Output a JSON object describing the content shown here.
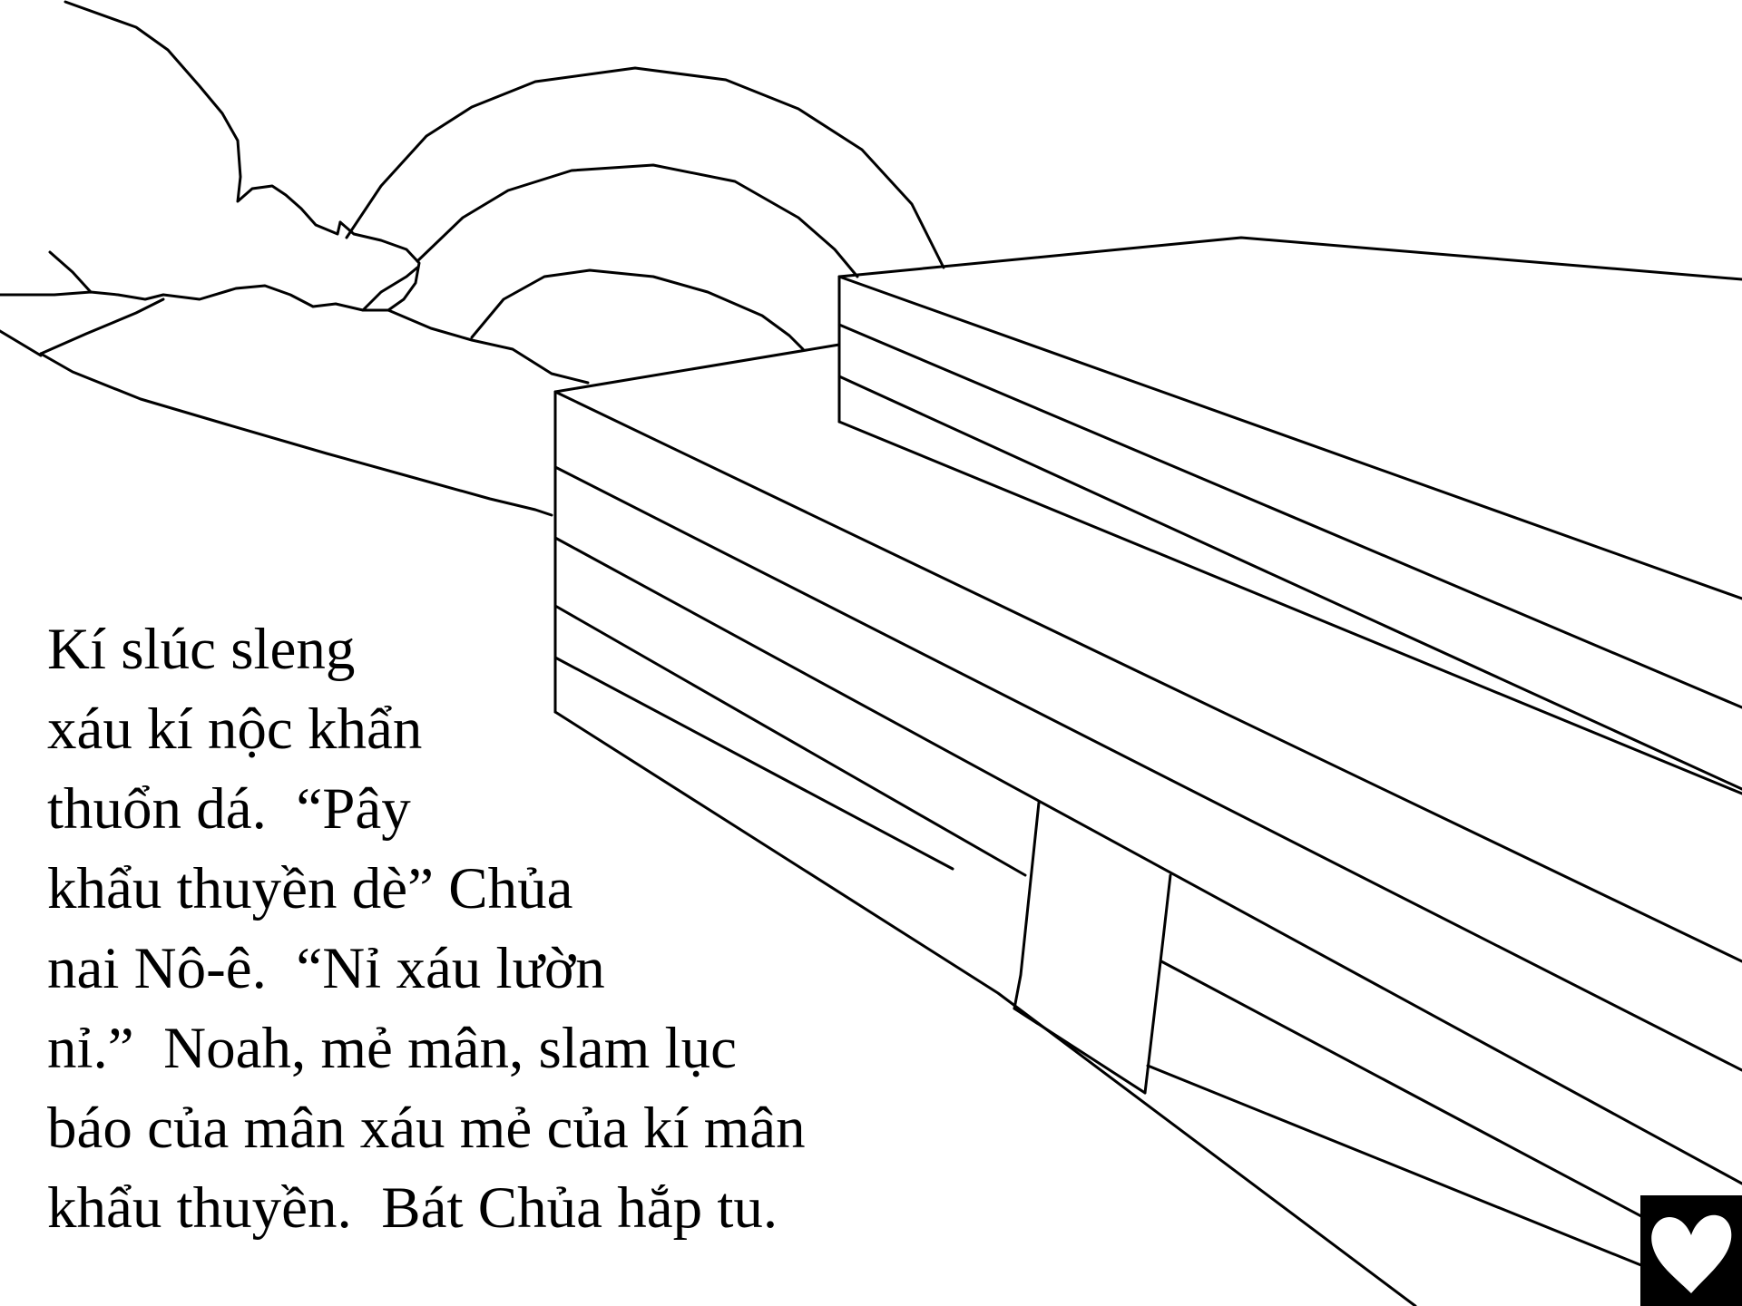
{
  "story": {
    "lines": [
      "Kí slúc sleng",
      "xáu kí nộc khẩn",
      "thuổn dá.  “Pây",
      "khẩu thuyền dè” Chủa",
      "nai Nô-ê.  “Nỉ xáu lườn",
      "nỉ.”  Noah, mẻ mân, slam lục",
      "báo của mân xáu mẻ của kí mân",
      "khẩu thuyền.  Bát Chủa hắp tu."
    ]
  },
  "illustration": {
    "subject": "ark-with-rainbow-and-cloud",
    "style": "black line drawing on white"
  },
  "logo": {
    "icon": "heart-icon",
    "background": "#000000",
    "foreground": "#ffffff"
  },
  "colors": {
    "background": "#ffffff",
    "ink": "#000000"
  }
}
